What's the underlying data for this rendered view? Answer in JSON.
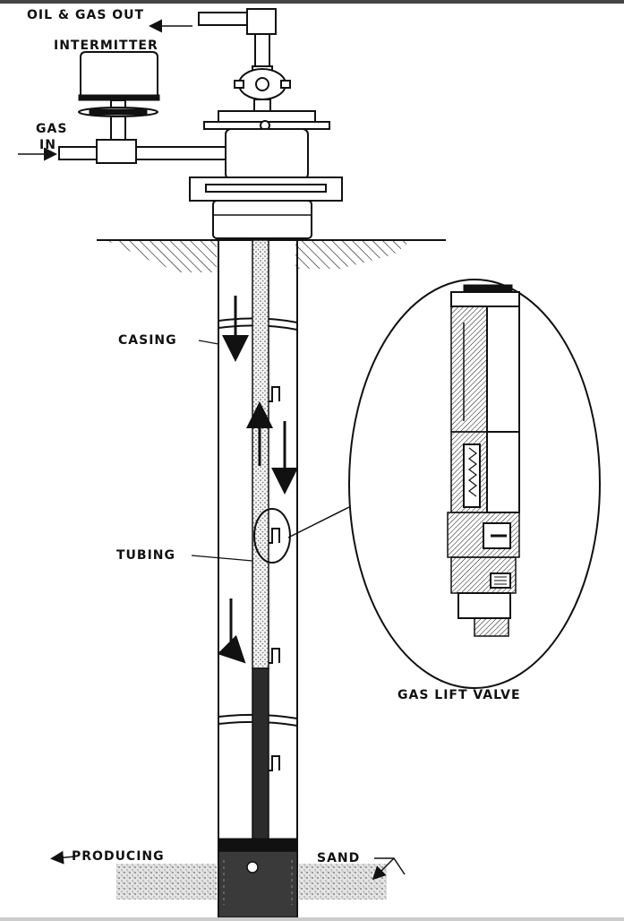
{
  "labels": {
    "oil_gas_out": "OIL & GAS OUT",
    "intermitter": "INTERMITTER",
    "gas": "GAS",
    "in": "IN",
    "casing": "CASING",
    "tubing": "TUBING",
    "gas_lift_valve": "GAS LIFT VALVE",
    "producing": "PRODUCING",
    "sand": "SAND"
  }
}
